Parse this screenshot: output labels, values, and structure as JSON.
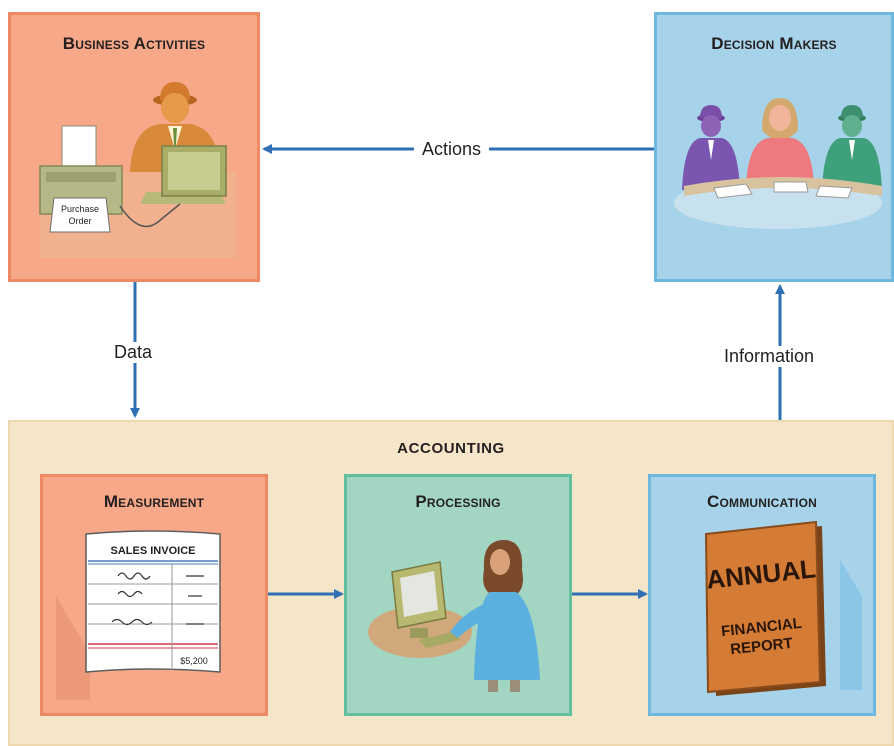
{
  "business": {
    "title": "Business Activities",
    "doc_line1": "Purchase",
    "doc_line2": "Order"
  },
  "decision": {
    "title": "Decision Makers"
  },
  "flows": {
    "actions": "Actions",
    "data": "Data",
    "information": "Information"
  },
  "accounting": {
    "title": "ACCOUNTING",
    "measurement": {
      "title": "Measurement",
      "invoice_title": "SALES INVOICE",
      "invoice_total": "$5,200"
    },
    "processing": {
      "title": "Processing"
    },
    "communication": {
      "title": "Communication",
      "report_line1": "ANNUAL",
      "report_line2": "FINANCIAL",
      "report_line3": "REPORT"
    }
  },
  "colors": {
    "salmon": "#f6a889",
    "salmon_border": "#ed8a64",
    "sky": "#a7d3ea",
    "sky_border": "#6fb8dd",
    "cream": "#f5e6c9",
    "cream_border": "#eed8ae",
    "teal": "#a2d6c3",
    "teal_border": "#5fbf9e",
    "arrow": "#2f6fb3"
  }
}
